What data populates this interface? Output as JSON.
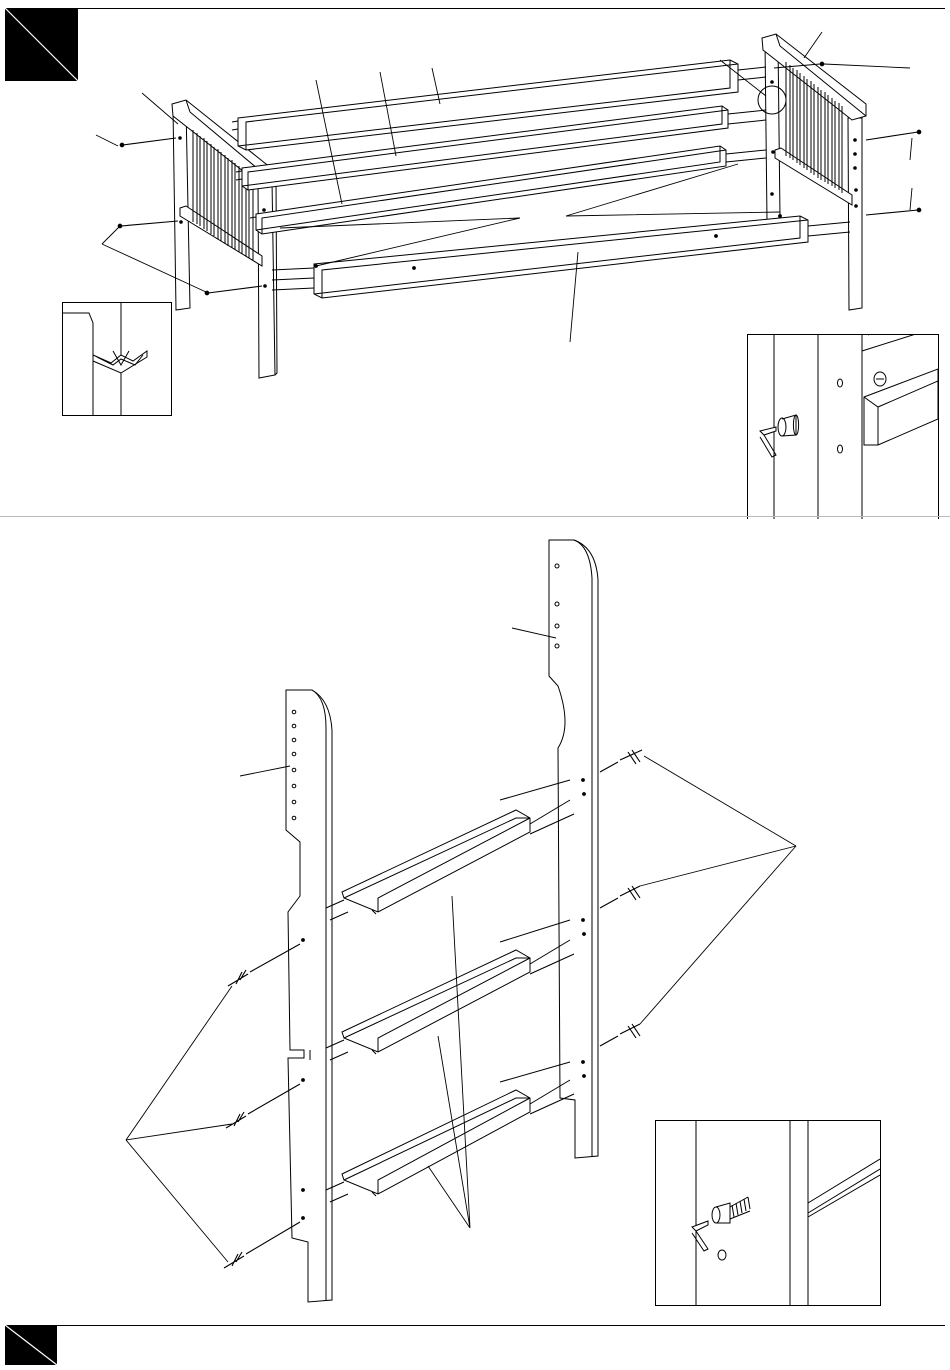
{
  "document": {
    "type": "assembly-instruction-sheet",
    "steps": [
      {
        "badge_icon": "step-marker-diagonal",
        "figure": "bed-frame-exploded-assembly",
        "insets": [
          "bolt-and-allen-key-detail",
          "corner-bracket-detail"
        ]
      },
      {
        "figure": "ladder-exploded-assembly",
        "insets": [
          "bolt-and-allen-key-detail"
        ]
      }
    ],
    "footer_badge_icon": "page-marker-diagonal",
    "colors": {
      "line": "#000000",
      "paper": "#ffffff"
    }
  }
}
